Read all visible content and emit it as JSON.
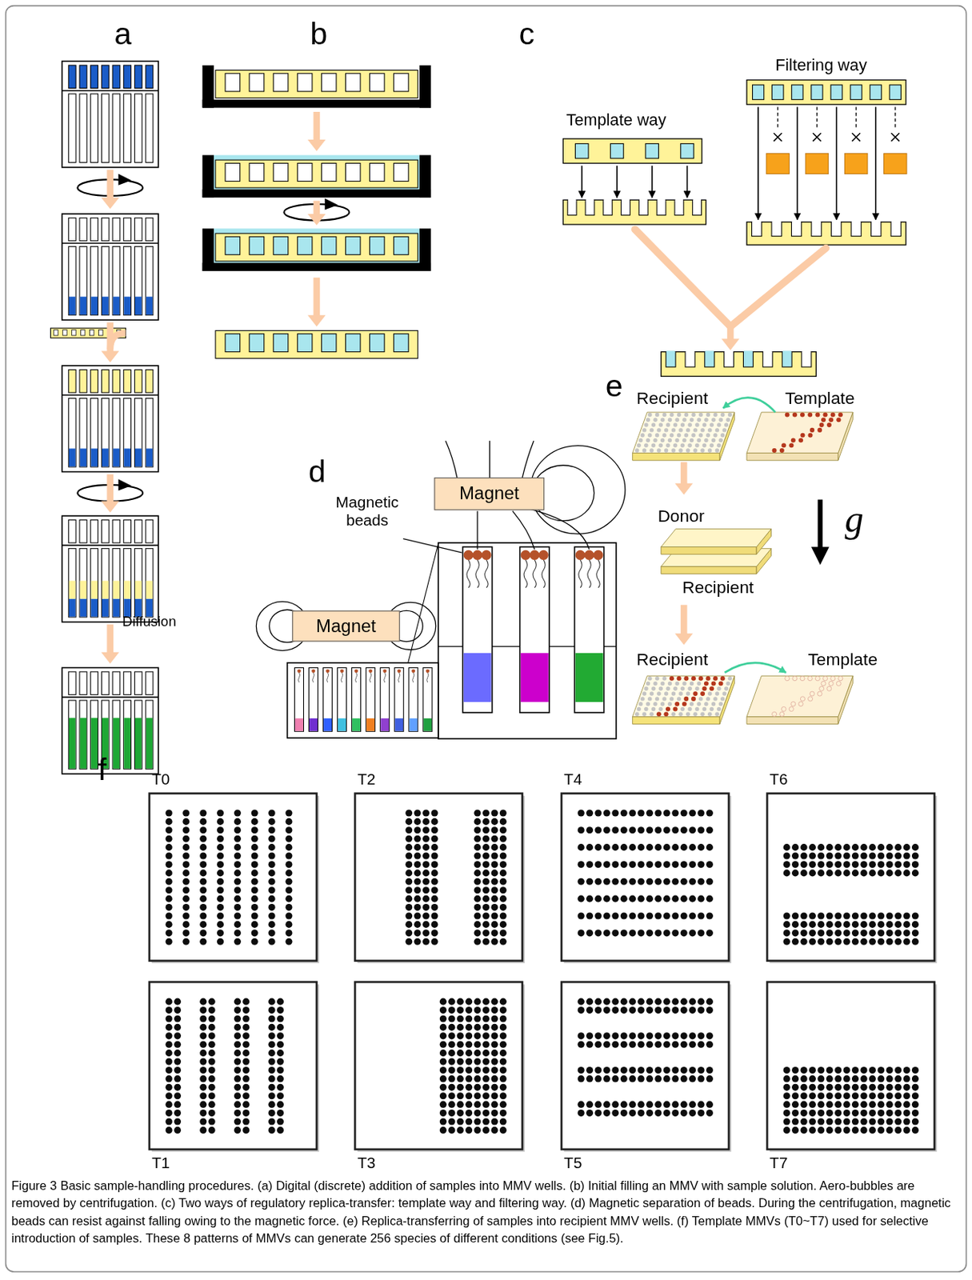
{
  "diagram": {
    "caption": "Figure 3 Basic sample-handling procedures. (a) Digital (discrete) addition of samples into MMV wells. (b) Initial filling an MMV with sample solution. Aero-bubbles are removed by centrifugation. (c) Two ways of regulatory replica-transfer: template way and filtering way. (d) Magnetic separation of beads. During the centrifugation, magnetic beads can resist against falling owing to the magnetic force. (e) Replica-transferring of samples into recipient MMV wells. (f) Template MMVs (T0~T7) used for selective introduction of samples. These 8 patterns of MMVs can generate 256 species of different conditions (see Fig.5).",
    "nodes": [
      {
        "text": [
          "Magnet"
        ]
      },
      {
        "text": [
          "Magnet"
        ]
      }
    ],
    "labels": [
      "a",
      "b",
      "c",
      "Filtering way",
      "Template way",
      "e",
      "Recipient",
      "Template",
      "d",
      "Magnetic beads",
      "Diffusion",
      "Donor",
      "g",
      "Recipient",
      "Recipient",
      "Template",
      "f",
      "T0",
      "T2",
      "T4",
      "T6",
      "T1",
      "T3",
      "T5",
      "T7"
    ]
  }
}
